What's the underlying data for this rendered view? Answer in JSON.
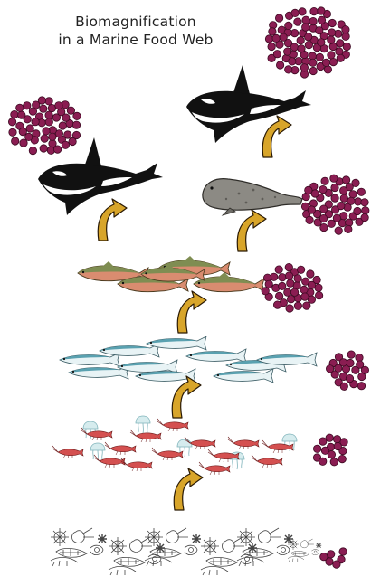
{
  "title": {
    "line1": "Biomagnification",
    "line2": "in a Marine Food Web"
  },
  "colors": {
    "toxin_dot": "#8a1d52",
    "toxin_dot_edge": "#3d0a22",
    "arrow_fill": "#d8a52a",
    "arrow_edge": "#2a1a05",
    "orca_black": "#111111",
    "orca_white": "#ffffff",
    "seal": "#8c8a84",
    "salmon_back": "#7f8d52",
    "salmon_belly": "#d98c70",
    "herring_back": "#5aa1b0",
    "krill": "#d45050",
    "jellyfish": "#9ccbd0",
    "plankton": "#555555"
  },
  "levels": [
    {
      "name": "plankton",
      "toxin_count": 6
    },
    {
      "name": "krill-and-zooplankton",
      "toxin_count": 14
    },
    {
      "name": "herring",
      "toxin_count": 24
    },
    {
      "name": "salmon",
      "toxin_count": 40
    },
    {
      "name": "seal",
      "toxin_count": 55
    },
    {
      "name": "orca-left",
      "toxin_count": 60
    },
    {
      "name": "orca-right",
      "toxin_count": 85
    }
  ]
}
